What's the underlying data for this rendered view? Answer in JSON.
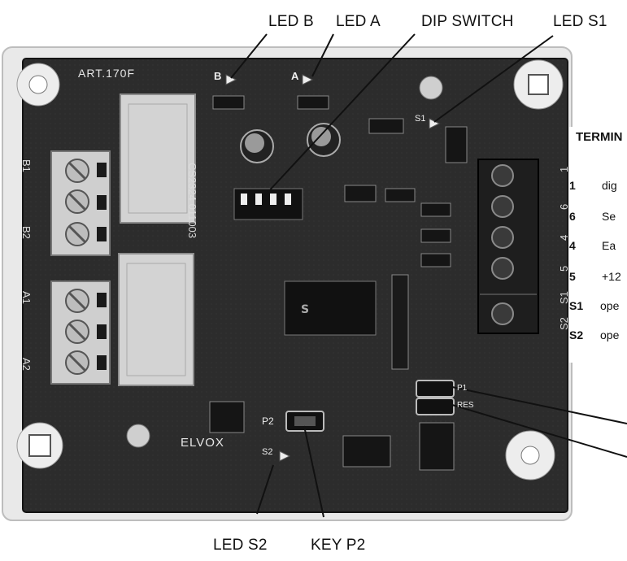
{
  "callouts": {
    "led_b": "LED B",
    "led_a": "LED A",
    "dip_switch": "DIP SWITCH",
    "led_s1": "LED S1",
    "led_s2": "LED S2",
    "key_p2": "KEY P2"
  },
  "board": {
    "model_label": "ART.170F",
    "brand_label": "ELVOX",
    "pcb_code": "CS2324  011003",
    "left_terminals": [
      "B1",
      "B2",
      "A1",
      "A2"
    ],
    "right_terminals": [
      "1",
      "6",
      "4",
      "5",
      "S1",
      "S2"
    ],
    "led_marks": [
      "B",
      "A",
      "S1",
      "S2"
    ],
    "key_marks": [
      "P2",
      "P1",
      "RES"
    ]
  },
  "terminals_panel": {
    "title": "TERMIN",
    "rows": [
      {
        "key": "1",
        "value": "dig"
      },
      {
        "key": "6",
        "value": "Se"
      },
      {
        "key": "4",
        "value": "Ea"
      },
      {
        "key": "5",
        "value": "+12"
      },
      {
        "key": "S1",
        "value": "ope"
      },
      {
        "key": "S2",
        "value": "ope"
      }
    ]
  }
}
